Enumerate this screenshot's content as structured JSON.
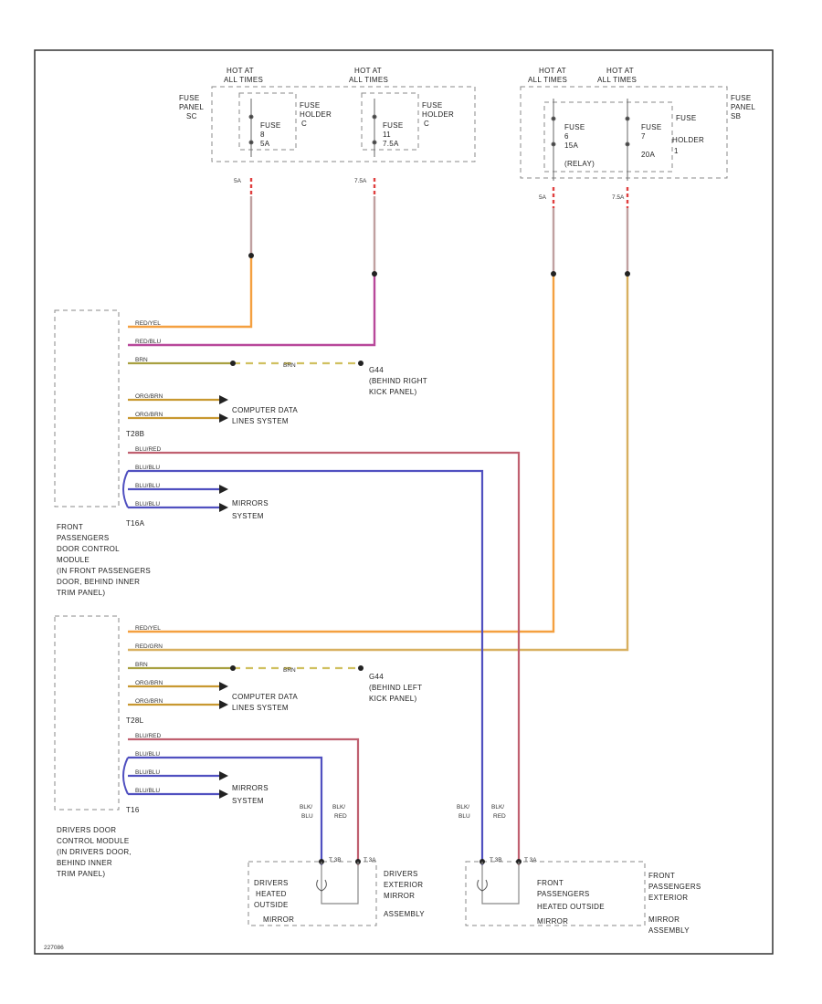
{
  "fuse_left": {
    "hot1": [
      "HOT AT",
      "ALL TIMES"
    ],
    "hot2": [
      "HOT AT",
      "ALL TIMES"
    ],
    "panel": [
      "FUSE",
      "PANEL",
      "SC"
    ],
    "fuse_a": [
      "FUSE",
      "8",
      "5A"
    ],
    "fuse_b": [
      "FUSE",
      "11",
      "7.5A"
    ],
    "holder": [
      "FUSE",
      "HOLDER",
      "C"
    ],
    "amp_a": "5A",
    "amp_b": "7.5A"
  },
  "fuse_right": {
    "hot1": [
      "HOT AT",
      "ALL TIMES"
    ],
    "hot2": [
      "HOT AT",
      "ALL TIMES"
    ],
    "panel": [
      "FUSE",
      "PANEL",
      "SB"
    ],
    "fuse_a": [
      "FUSE",
      "6",
      "15A",
      "(RELAY)"
    ],
    "fuse_b": [
      "FUSE",
      "7",
      "20A"
    ],
    "holder": [
      "FUSE",
      "HOLDER",
      "1"
    ],
    "amp_a": "5A",
    "amp_b": "7.5A"
  },
  "front_module": {
    "connector": "T28B",
    "connector2": "T16A",
    "wires": [
      "RED/YEL",
      "RED/BLU",
      "BRN",
      "ORG/BRN",
      "ORG/BRN",
      "BLU/RED",
      "BLU/BLU",
      "BLU/BLU",
      "BLU/BLU"
    ],
    "ground": [
      "G44",
      "(BEHIND RIGHT",
      "KICK PANEL)"
    ],
    "ground_wire": "BRN",
    "cds": [
      "COMPUTER DATA",
      "LINES SYSTEM"
    ],
    "mirrors": [
      "MIRRORS",
      "SYSTEM"
    ],
    "name": [
      "FRONT",
      "PASSENGERS",
      "DOOR CONTROL",
      "MODULE",
      "(IN FRONT PASSENGERS",
      "DOOR, BEHIND INNER",
      "TRIM PANEL)"
    ]
  },
  "driver_module": {
    "connector": "T28L",
    "connector2": "T16",
    "wires": [
      "RED/YEL",
      "RED/GRN",
      "BRN",
      "ORG/BRN",
      "ORG/BRN",
      "BLU/RED",
      "BLU/BLU",
      "BLU/BLU",
      "BLU/BLU"
    ],
    "ground": [
      "G44",
      "(BEHIND LEFT",
      "KICK PANEL)"
    ],
    "ground_wire": "BRN",
    "cds": [
      "COMPUTER DATA",
      "LINES SYSTEM"
    ],
    "mirrors": [
      "MIRRORS",
      "SYSTEM"
    ],
    "name": [
      "DRIVERS DOOR",
      "CONTROL MODULE",
      "(IN DRIVERS DOOR,",
      "BEHIND INNER",
      "TRIM PANEL)"
    ]
  },
  "driver_mirror": {
    "wire_labels": [
      "BLK/",
      "BLU",
      "BLK/",
      "RED"
    ],
    "pins": [
      "T 3B",
      "T 3A"
    ],
    "heated": [
      "DRIVERS",
      "HEATED",
      "OUTSIDE",
      "MIRROR"
    ],
    "assembly": [
      "DRIVERS",
      "EXTERIOR",
      "MIRROR",
      "ASSEMBLY"
    ]
  },
  "front_mirror": {
    "wire_labels": [
      "BLK/",
      "BLU",
      "BLK/",
      "RED"
    ],
    "pins": [
      "T 3B",
      "T 3A"
    ],
    "heated": [
      "FRONT",
      "PASSENGERS",
      "HEATED OUTSIDE",
      "MIRROR"
    ],
    "assembly": [
      "FRONT",
      "PASSENGERS",
      "EXTERIOR",
      "MIRROR",
      "ASSEMBLY"
    ]
  },
  "wire_colors": {
    "orange": "#f4a040",
    "magenta": "#b8489a",
    "tan": "#d8b060",
    "brown": "#a8a040",
    "orgbrn": "#c89830",
    "bluered": "#c06070",
    "blue": "#5050c0",
    "red": "#d03030"
  },
  "footer_code": "227086"
}
